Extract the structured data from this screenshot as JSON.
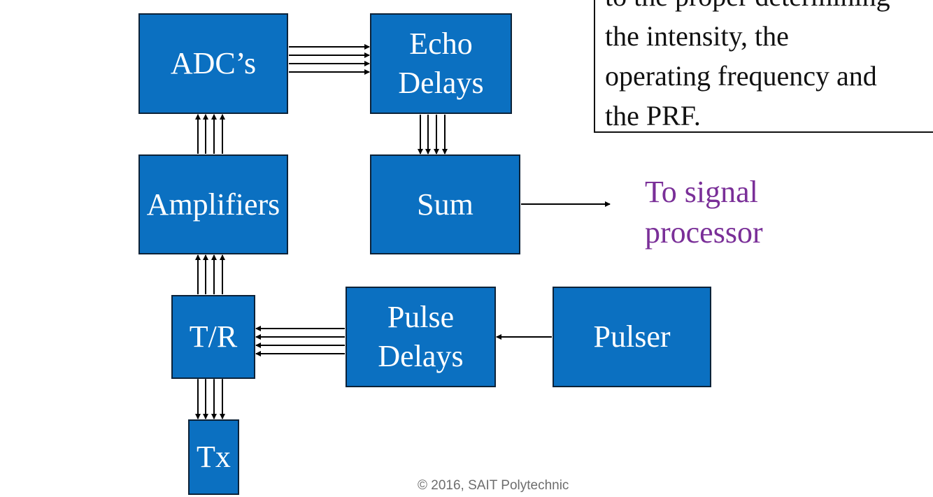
{
  "blocks": {
    "adcs": [
      "ADC’s"
    ],
    "echo_delays": [
      "Echo",
      "Delays"
    ],
    "amplifiers": [
      "Amplifiers"
    ],
    "sum": [
      "Sum"
    ],
    "tr": [
      "T/R"
    ],
    "pulse_delays": [
      "Pulse",
      "Delays"
    ],
    "pulser": [
      "Pulser"
    ],
    "tx": [
      "Tx"
    ]
  },
  "output_label": [
    "To signal",
    "processor"
  ],
  "note_lines": [
    "to the proper determining",
    "the intensity, the",
    "operating frequency and",
    "the PRF."
  ],
  "copyright": "© 2016, SAIT Polytechnic",
  "colors": {
    "block_fill": "#0b70c1",
    "block_text": "#ffffff",
    "output_label": "#7a2f98",
    "arrow": "#000000"
  }
}
